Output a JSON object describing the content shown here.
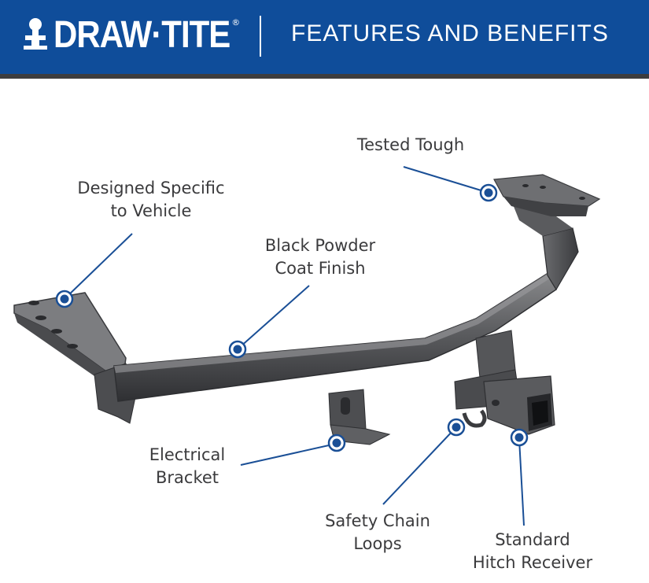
{
  "header": {
    "brand": "DRAW·TITE",
    "registered_mark": "®",
    "title": "FEATURES AND BENEFITS"
  },
  "colors": {
    "header_bg": "#0f4d9a",
    "header_bottom_rule": "#3d3d3f",
    "callout": "#1a4f96",
    "label_text": "#3b3b3d"
  },
  "features": [
    {
      "id": "tested-tough",
      "lines": [
        "Tested Tough"
      ]
    },
    {
      "id": "designed-specific",
      "lines": [
        "Designed Specific",
        "to Vehicle"
      ]
    },
    {
      "id": "powder-coat",
      "lines": [
        "Black Powder",
        "Coat Finish"
      ]
    },
    {
      "id": "electrical-bracket",
      "lines": [
        "Electrical",
        "Bracket"
      ]
    },
    {
      "id": "safety-chain",
      "lines": [
        "Safety Chain",
        "Loops"
      ]
    },
    {
      "id": "hitch-receiver",
      "lines": [
        "Standard",
        "Hitch Receiver"
      ]
    }
  ]
}
